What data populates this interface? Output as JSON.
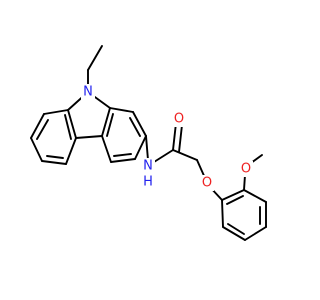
{
  "molecule": {
    "atom_labels": [
      {
        "id": "n9",
        "text": "N",
        "color": "#2222ee"
      },
      {
        "id": "n-amide",
        "text": "N",
        "color": "#2222ee"
      },
      {
        "id": "h-amide",
        "text": "H",
        "color": "#2222ee"
      },
      {
        "id": "o-carbonyl",
        "text": "O",
        "color": "#ee2222"
      },
      {
        "id": "o-ether",
        "text": "O",
        "color": "#ee2222"
      },
      {
        "id": "o-methoxy",
        "text": "O",
        "color": "#ee2222"
      }
    ],
    "bond_color": "#000000"
  }
}
